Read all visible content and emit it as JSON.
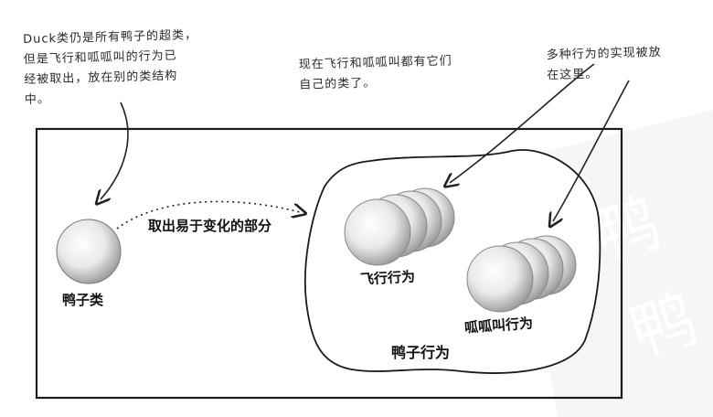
{
  "notes": {
    "duck_superclass": "Duck类仍是所有鸭子的超类，\n但是飞行和呱呱叫的行为已\n经被取出，放在别的类结构\n中。",
    "own_classes": "现在飞行和呱呱叫都有它们\n自己的类了。",
    "implementations": "多种行为的实现被放\n在这里。"
  },
  "labels": {
    "duck_class": "鸭子类",
    "extract_arrow": "取出易于变化的部分",
    "fly_behavior": "飞行行为",
    "quack_behavior": "呱呱叫行为",
    "duck_behaviors": "鸭子行为"
  },
  "watermark": "鸭鸭"
}
